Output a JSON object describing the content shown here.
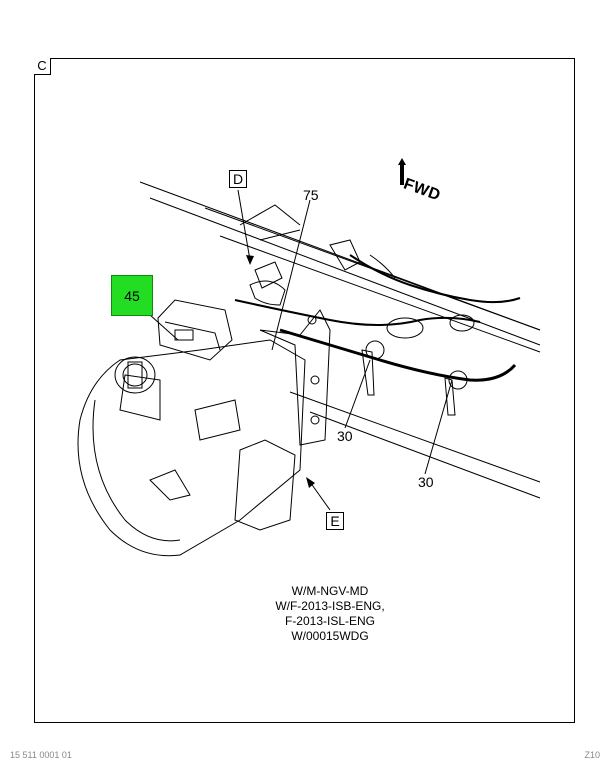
{
  "view": {
    "label": "C"
  },
  "labels": {
    "d": "D",
    "e": "E"
  },
  "callouts": {
    "c45": "45",
    "c75": "75",
    "c30a": "30",
    "c30b": "30"
  },
  "fwd": "FWD",
  "notes": [
    "W/M-NGV-MD",
    "W/F-2013-ISB-ENG,",
    "F-2013-ISL-ENG",
    "W/00015WDG"
  ],
  "footer": {
    "left": "15 511 0001 01",
    "right": "Z10"
  },
  "colors": {
    "highlight": "#22dd22"
  }
}
